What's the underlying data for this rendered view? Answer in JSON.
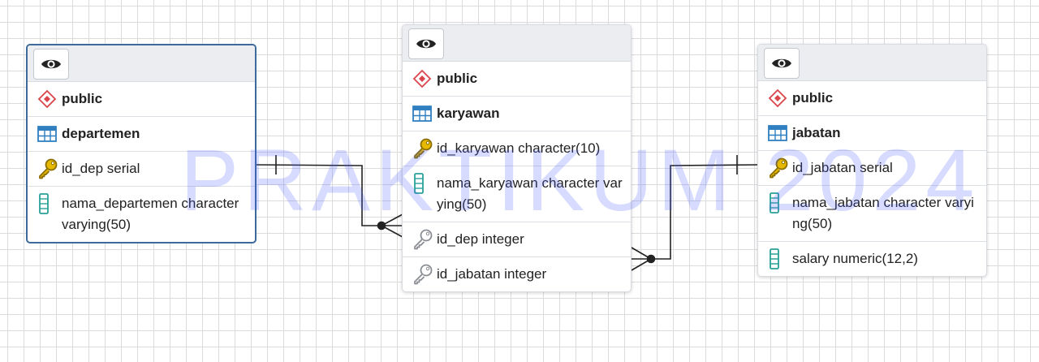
{
  "tables": [
    {
      "schema": "public",
      "name": "departemen",
      "columns": [
        {
          "label": "id_dep serial",
          "type": "pk"
        },
        {
          "label": "nama_departemen character varying(50)",
          "type": "col"
        }
      ]
    },
    {
      "schema": "public",
      "name": "karyawan",
      "columns": [
        {
          "label": "id_karyawan character(10)",
          "type": "pk"
        },
        {
          "label": "nama_karyawan character varying(50)",
          "type": "col"
        },
        {
          "label": "id_dep integer",
          "type": "fk"
        },
        {
          "label": "id_jabatan integer",
          "type": "fk"
        }
      ]
    },
    {
      "schema": "public",
      "name": "jabatan",
      "columns": [
        {
          "label": "id_jabatan serial",
          "type": "pk"
        },
        {
          "label": "nama_jabatan character varying(50)",
          "type": "col"
        },
        {
          "label": "salary numeric(12,2)",
          "type": "col"
        }
      ]
    }
  ],
  "watermark": "PRAKTIKUM 2024",
  "colors": {
    "schema_icon": "#d9454b",
    "table_icon": "#2f7fc1",
    "pk_key": "#e6b800",
    "fk_key": "#8a8d93",
    "column_icon": "#2aa198",
    "line": "#222222",
    "selected_border": "#3d6a9a"
  }
}
